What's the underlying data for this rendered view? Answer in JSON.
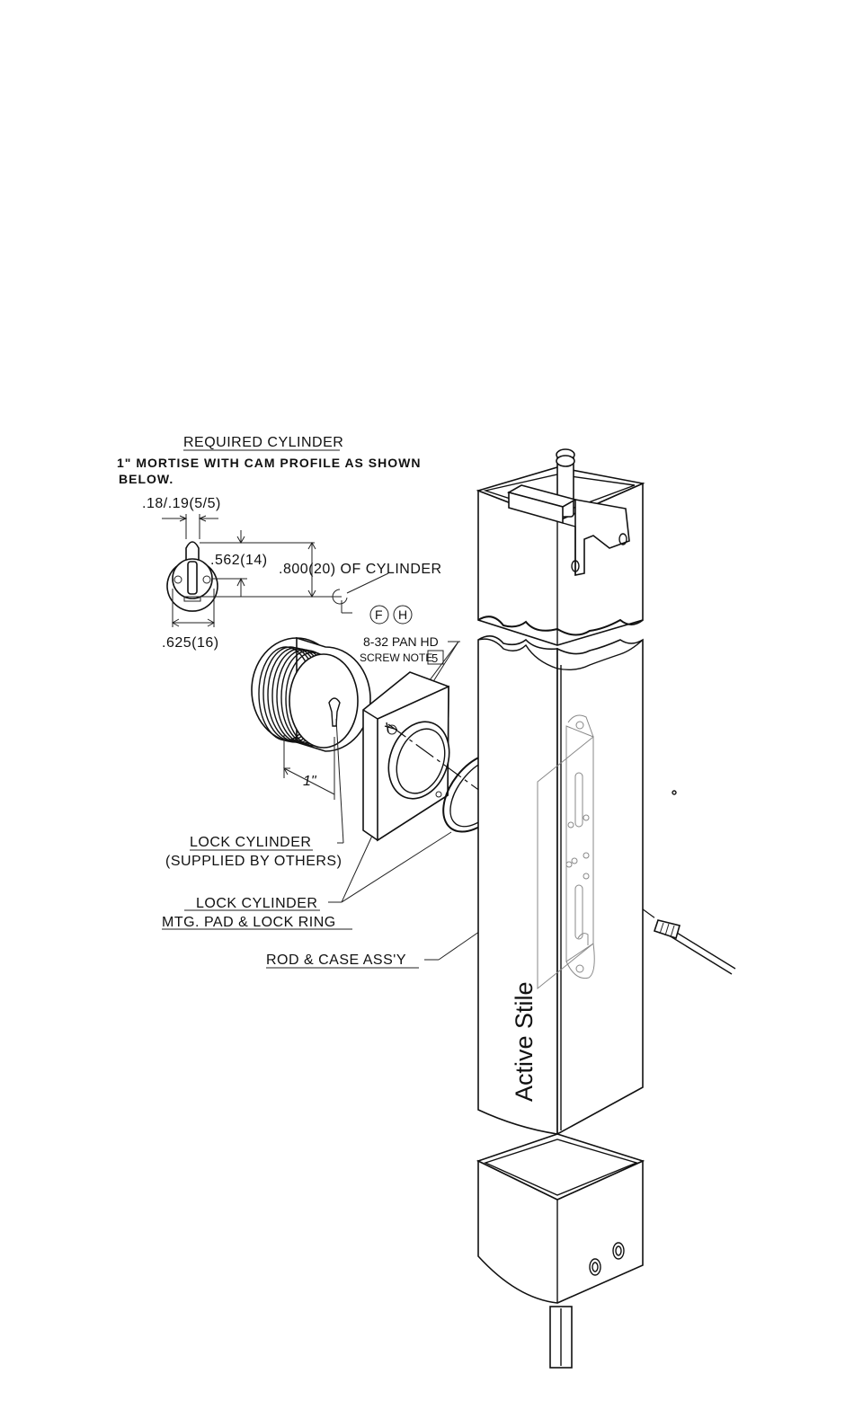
{
  "labels": {
    "required_cylinder": "REQUIRED CYLINDER",
    "mortise_note_line1": "1\" MORTISE WITH CAM PROFILE AS SHOWN",
    "mortise_note_line2": "BELOW.",
    "dim_cam_width": ".18/.19(5/5)",
    "dim_cam_height": ".562(14)",
    "dim_cylinder_center": ".800(20) OF CYLINDER",
    "dim_cylinder_width": ".625(16)",
    "callout_f": "F",
    "callout_h": "H",
    "screw_line1": "8-32 PAN HD",
    "screw_line2": "SCREW NOTE",
    "screw_note_number": "5",
    "dim_mortise_length": "1\"",
    "lock_cylinder_line1": "LOCK CYLINDER",
    "lock_cylinder_line2": "(SUPPLIED BY OTHERS)",
    "mtg_pad_line1": "LOCK CYLINDER",
    "mtg_pad_line2": "MTG. PAD & LOCK RING",
    "rod_case": "ROD & CASE ASS'Y",
    "active_stile": "Active Stile"
  }
}
